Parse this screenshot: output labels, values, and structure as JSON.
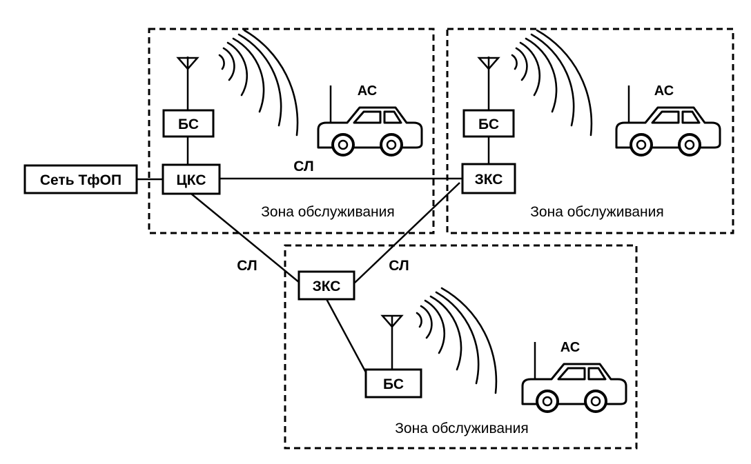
{
  "nodes": {
    "pstn": "Сеть ТфОП",
    "msc": "ЦКС",
    "zks": "ЗКС",
    "bs": "БС",
    "ms": "АС"
  },
  "links": {
    "trunk": "СЛ"
  },
  "zones": {
    "service_area": "Зона обслуживания"
  }
}
